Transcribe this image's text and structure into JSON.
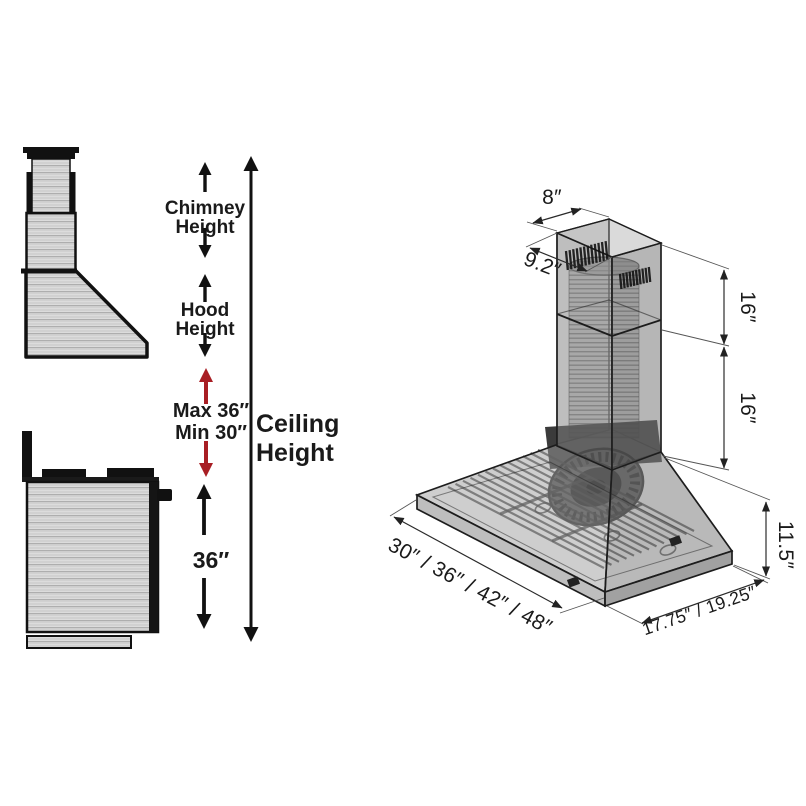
{
  "title": "Wall mount range hood installation dimensions diagram",
  "colors": {
    "accent_red": "#A81E24",
    "line_black": "#1A1A1A",
    "metal_gray": "#D8D8D8"
  },
  "left": {
    "chimney_height": {
      "line1": "Chimney",
      "line2": "Height"
    },
    "hood_height": {
      "line1": "Hood",
      "line2": "Height"
    },
    "mount_max": "Max 36″",
    "mount_min": "Min 30″",
    "ceiling_height": {
      "line1": "Ceiling",
      "line2": "Height"
    },
    "range_clearance": "36″"
  },
  "right": {
    "chimney_top_width": "8″",
    "chimney_top_depth": "9.2″",
    "chimney_upper_section": "16″",
    "chimney_lower_section": "16″",
    "hood_body_height": "11.5″",
    "hood_widths": "30″ / 36″ / 42″ / 48″",
    "hood_depths": "17.75″ / 19.25″"
  }
}
